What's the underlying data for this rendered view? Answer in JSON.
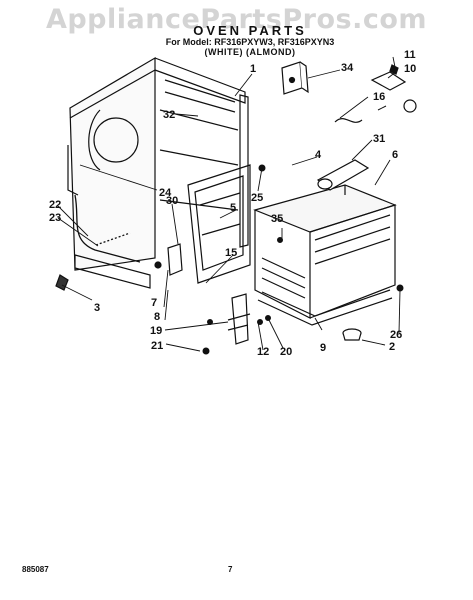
{
  "watermark": "AppliancePartsPros.com",
  "header": {
    "title": "OVEN PARTS",
    "models": "For Model: RF316PXYW3, RF316PXYN3",
    "colors": "(WHITE)    (ALMOND)"
  },
  "callouts": [
    "1",
    "2",
    "3",
    "4",
    "5",
    "6",
    "7",
    "8",
    "9",
    "10",
    "11",
    "12",
    "15",
    "16",
    "19",
    "20",
    "21",
    "22",
    "23",
    "24",
    "25",
    "26",
    "30",
    "31",
    "32",
    "34",
    "35"
  ],
  "footer": {
    "doc_number": "885087",
    "page_number": "7"
  }
}
